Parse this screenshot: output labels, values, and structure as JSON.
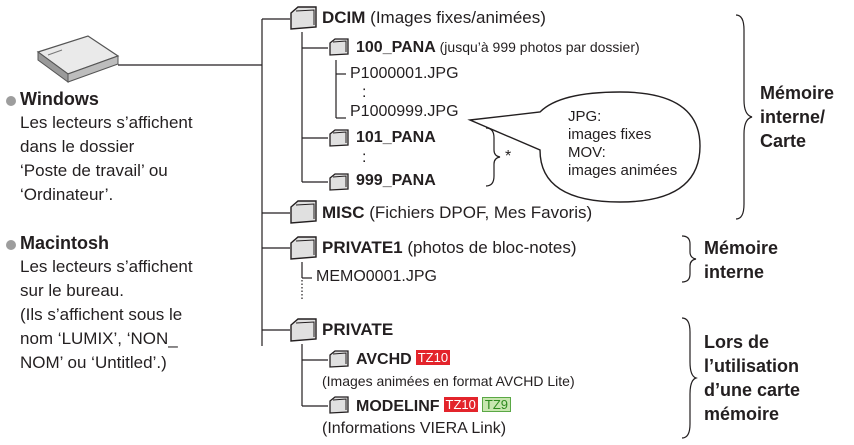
{
  "left": {
    "windows_title": "Windows",
    "windows_lines": [
      "Les lecteurs s’affichent",
      "dans le dossier",
      "‘Poste de travail’ ou",
      "‘Ordinateur’."
    ],
    "mac_title": "Macintosh",
    "mac_lines": [
      "Les lecteurs s’affichent",
      "sur le bureau.",
      "(Ils s’affichent sous le",
      "nom ‘LUMIX’, ‘NON_",
      "NOM’ ou ‘Untitled’.)"
    ]
  },
  "tree": {
    "dcim": {
      "name": "DCIM",
      "desc": " (Images fixes/animées)"
    },
    "pana100": {
      "name": "100_PANA",
      "desc": " (jusqu’à 999 photos par dossier)"
    },
    "file_first": "P1000001.JPG",
    "file_last": "P1000999.JPG",
    "pana101": {
      "name": "101_PANA"
    },
    "pana999": {
      "name": "999_PANA"
    },
    "dots": ":",
    "asterisk": "*",
    "misc": {
      "name": "MISC",
      "desc": " (Fichiers DPOF, Mes Favoris)"
    },
    "private1": {
      "name": "PRIVATE1",
      "desc": " (photos de bloc-notes)"
    },
    "memo": "MEMO0001.JPG",
    "private": {
      "name": "PRIVATE"
    },
    "avchd": {
      "name": "AVCHD",
      "badge": "TZ10",
      "desc": "(Images animées en format AVCHD Lite)"
    },
    "modelinf": {
      "name": "MODELINF",
      "badge1": "TZ10",
      "badge2": "TZ9",
      "desc": "(Informations VIERA Link)"
    }
  },
  "bubble": {
    "lines": [
      "JPG:",
      "images fixes",
      "MOV:",
      "images animées"
    ]
  },
  "right": {
    "memcard": [
      "Mémoire",
      "interne/",
      "Carte"
    ],
    "internal": [
      "Mémoire",
      "interne"
    ],
    "cardonly": [
      "Lors de",
      "l’utilisation",
      "d’une carte",
      "mémoire"
    ]
  },
  "colors": {
    "text": "#231f20",
    "tz10": "#e3242b",
    "tz9": "#5aa845",
    "bullet": "#9d9d9d"
  }
}
